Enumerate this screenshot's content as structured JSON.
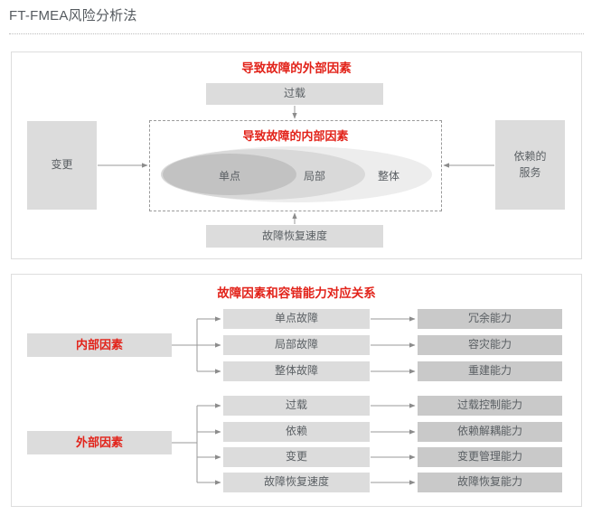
{
  "header": {
    "title": "FT-FMEA风险分析法"
  },
  "colors": {
    "accent_red": "#e2231a",
    "box_light": "#dcdcdc",
    "box_dark": "#c9c9c9",
    "panel_border": "#dddddd",
    "text_gray": "#5a5f63",
    "ellipse_outer": "#ededed",
    "ellipse_mid": "#d9d9d9",
    "ellipse_inner": "#c2c2c2"
  },
  "panel_top": {
    "heading_external": "导致故障的外部因素",
    "heading_internal": "导致故障的内部因素",
    "top_box": "过载",
    "left_box": "变更",
    "right_box": "依赖的\n服务",
    "right_box_line1": "依赖的",
    "right_box_line2": "服务",
    "bottom_box": "故障恢复速度",
    "ellipses": [
      {
        "label": "整体",
        "tone": "outer"
      },
      {
        "label": "局部",
        "tone": "mid"
      },
      {
        "label": "单点",
        "tone": "inner"
      }
    ]
  },
  "panel_bottom": {
    "heading": "故障因素和容错能力对应关系",
    "groups": [
      {
        "source": "内部因素",
        "rows": [
          {
            "factor": "单点故障",
            "capability": "冗余能力"
          },
          {
            "factor": "局部故障",
            "capability": "容灾能力"
          },
          {
            "factor": "整体故障",
            "capability": "重建能力"
          }
        ]
      },
      {
        "source": "外部因素",
        "rows": [
          {
            "factor": "过载",
            "capability": "过载控制能力"
          },
          {
            "factor": "依赖",
            "capability": "依赖解耦能力"
          },
          {
            "factor": "变更",
            "capability": "变更管理能力"
          },
          {
            "factor": "故障恢复速度",
            "capability": "故障恢复能力"
          }
        ]
      }
    ]
  }
}
